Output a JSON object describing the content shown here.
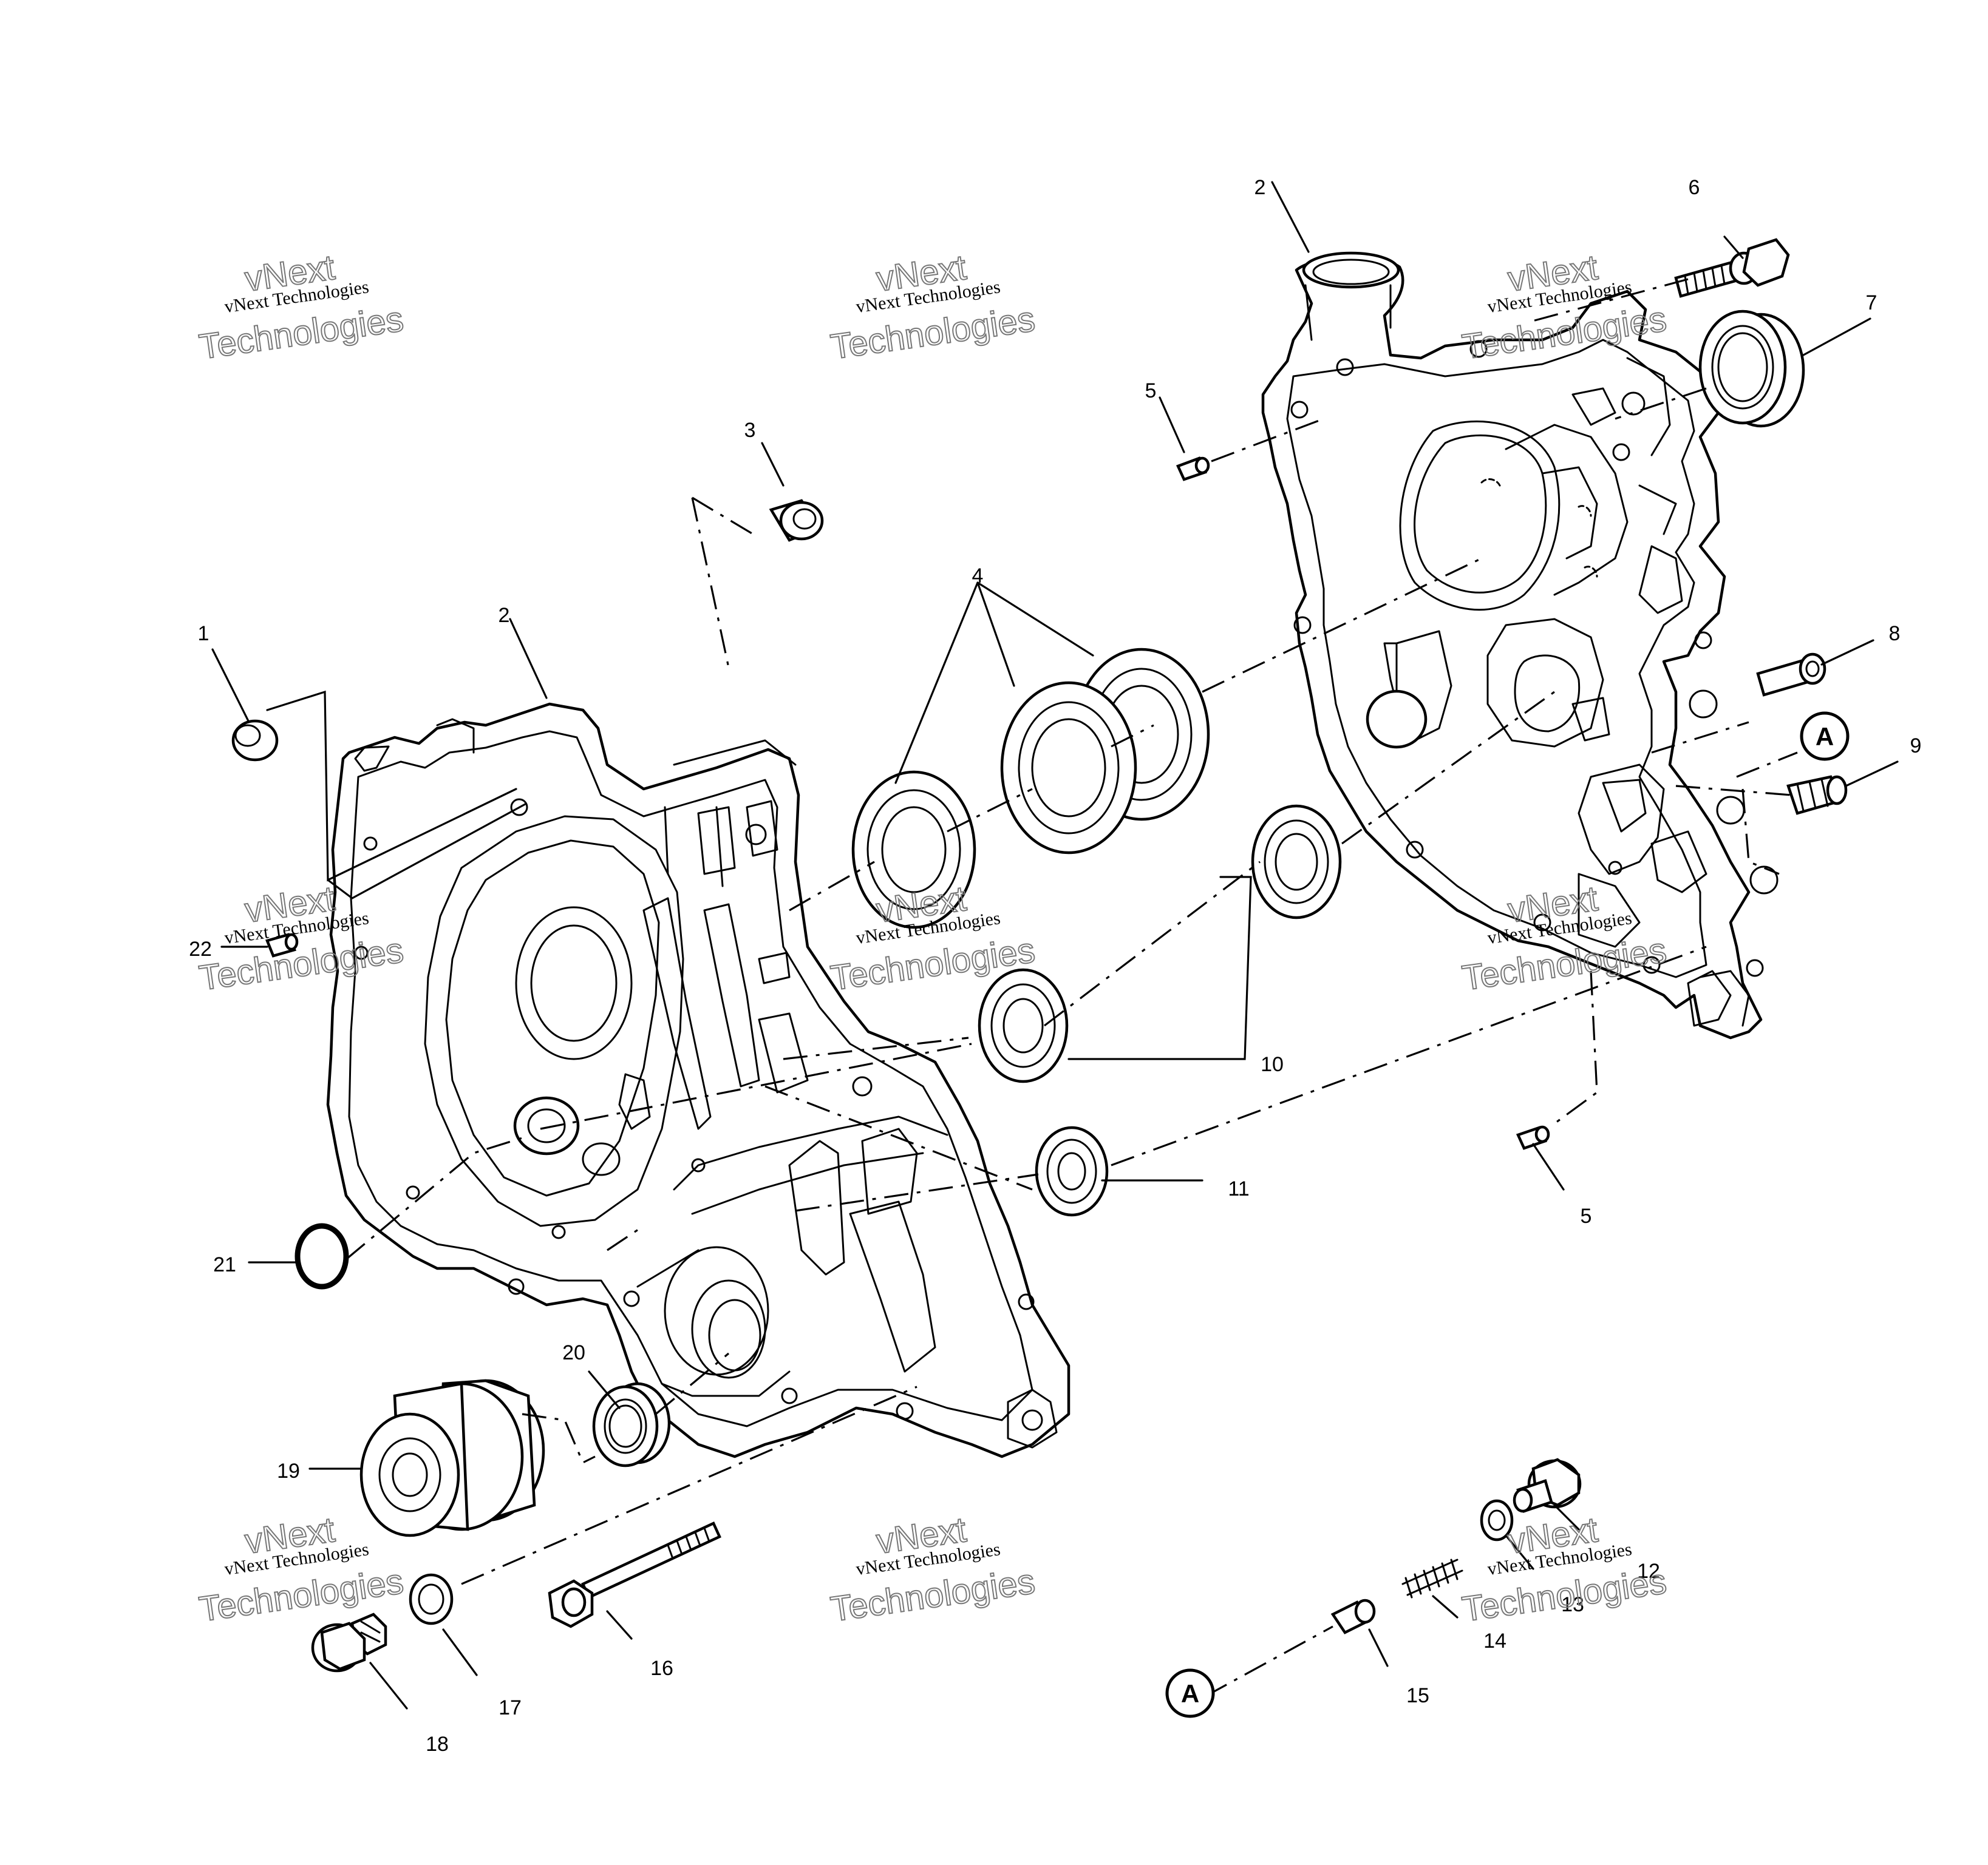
{
  "callouts": {
    "c1": "1",
    "c2_left": "2",
    "c2_right": "2",
    "c3": "3",
    "c4": "4",
    "c5_top": "5",
    "c5_bottom": "5",
    "c6": "6",
    "c7": "7",
    "c8": "8",
    "c9": "9",
    "c10": "10",
    "c11": "11",
    "c12": "12",
    "c13": "13",
    "c14": "14",
    "c15": "15",
    "c16": "16",
    "c17": "17",
    "c18": "18",
    "c19": "19",
    "c20": "20",
    "c21": "21",
    "c22": "22",
    "ref_a_top": "A",
    "ref_a_bottom": "A"
  },
  "watermark": {
    "line_small": "vNext Technologies",
    "line_big_1": "vNext",
    "line_big_2": "Technologies"
  }
}
